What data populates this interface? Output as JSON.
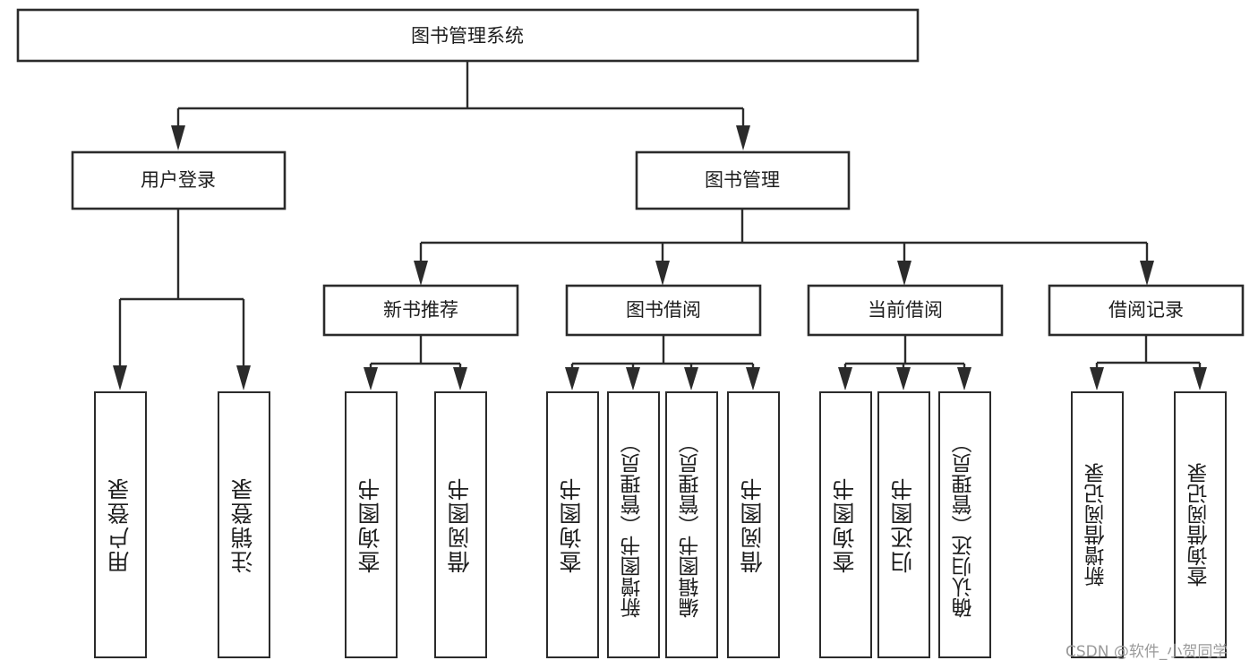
{
  "diagram": {
    "title": "图书管理系统",
    "type": "hierarchy-tree",
    "root": {
      "label": "图书管理系统"
    },
    "level2": [
      {
        "label": "用户登录"
      },
      {
        "label": "图书管理"
      }
    ],
    "level3": [
      {
        "label": "新书推荐"
      },
      {
        "label": "图书借阅"
      },
      {
        "label": "当前借阅"
      },
      {
        "label": "借阅记录"
      }
    ],
    "leaves": {
      "user_login": [
        {
          "label": "用户登录"
        },
        {
          "label": "注销登录"
        }
      ],
      "new_book_recommend": [
        {
          "label": "查询图书"
        },
        {
          "label": "借阅图书"
        }
      ],
      "book_borrow": [
        {
          "label": "查询图书"
        },
        {
          "label": "新增图书（管理员）"
        },
        {
          "label": "编辑图书（管理员）"
        },
        {
          "label": "借阅图书"
        }
      ],
      "current_borrow": [
        {
          "label": "查询图书"
        },
        {
          "label": "归还图书"
        },
        {
          "label": "确认归还（管理员）"
        }
      ],
      "borrow_record": [
        {
          "label": "新增借阅记录"
        },
        {
          "label": "查询借阅记录"
        }
      ]
    },
    "watermark": "CSDN @软件_小贺同学",
    "colors": {
      "stroke": "#2b2b2b",
      "fill": "#ffffff",
      "text": "#1d1d1d",
      "watermark": "#9a9a9a"
    }
  }
}
